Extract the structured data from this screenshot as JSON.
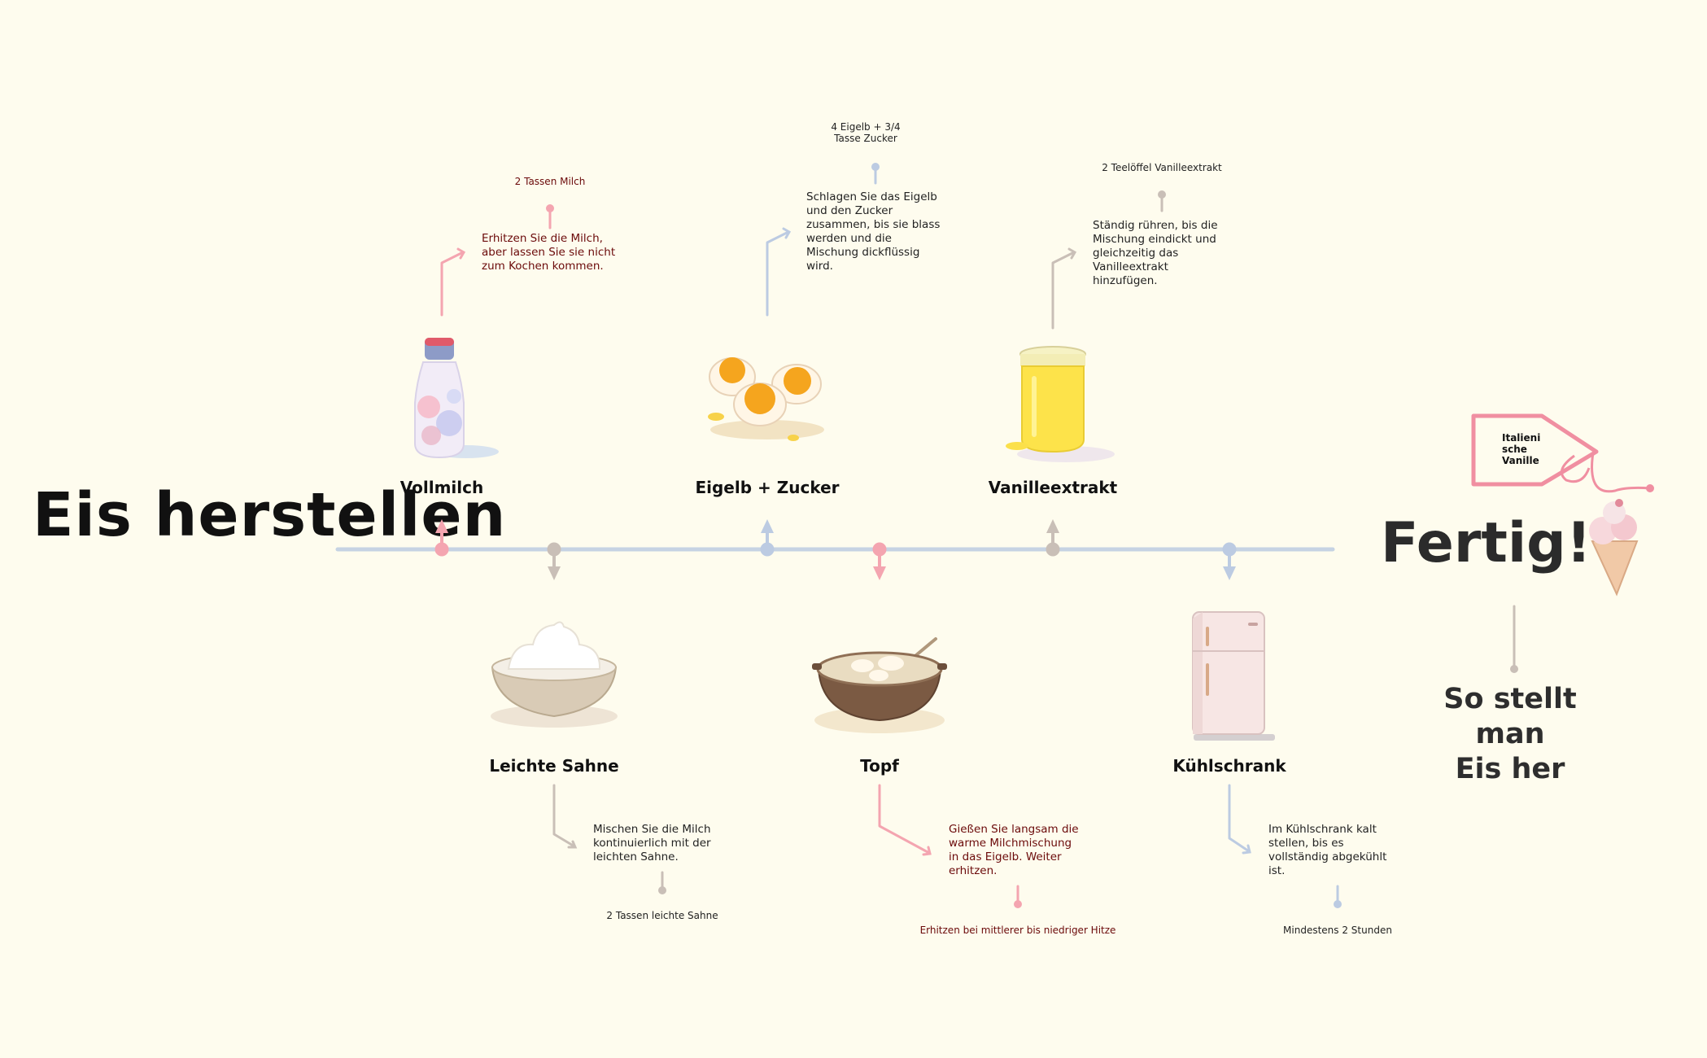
{
  "title": "Eis herstellen",
  "finish_title": "Fertig!",
  "subtitle": "So stellt man\nEis her",
  "tag_label": "Italieni\nsche\nVanille",
  "colors": {
    "background": "#fefcee",
    "timeline": "#c6d3e3",
    "pink": "#f4a5b0",
    "blue": "#bccbe2",
    "gray": "#c9bfb7"
  },
  "stages": [
    {
      "name": "Vollmilch",
      "icon": "milk-bottle-icon",
      "note": "Erhitzen Sie die Milch,\naber lassen Sie sie nicht\nzum Kochen kommen.",
      "amount": "2 Tassen Milch",
      "note_color": "red"
    },
    {
      "name": "Leichte Sahne",
      "icon": "cream-bowl-icon",
      "note": "Mischen Sie die Milch\nkontinuierlich mit der\nleichten Sahne.",
      "amount": "2 Tassen leichte Sahne",
      "note_color": "dark"
    },
    {
      "name": "Eigelb + Zucker",
      "icon": "egg-yolks-icon",
      "note": "Schlagen Sie das Eigelb\nund den Zucker\nzusammen, bis sie blass\nwerden und die\nMischung dickflüssig\nwird.",
      "amount": "4 Eigelb + 3/4\nTasse Zucker",
      "note_color": "dark"
    },
    {
      "name": "Topf",
      "icon": "pot-icon",
      "note": "Gießen Sie langsam die\nwarme Milchmischung\nin das Eigelb. Weiter\nerhitzen.",
      "amount": "Erhitzen bei mittlerer bis niedriger Hitze",
      "note_color": "red"
    },
    {
      "name": "Vanilleextrakt",
      "icon": "vanilla-jar-icon",
      "note": "Ständig rühren, bis die\nMischung eindickt und\ngleichzeitig das\nVanilleextrakt\nhinzufügen.",
      "amount": "2 Teelöffel Vanilleextrakt",
      "note_color": "dark"
    },
    {
      "name": "Kühlschrank",
      "icon": "fridge-icon",
      "note": "Im Kühlschrank kalt\nstellen, bis es\nvollständig abgekühlt\nist.",
      "amount": "Mindestens 2 Stunden",
      "note_color": "dark"
    }
  ]
}
